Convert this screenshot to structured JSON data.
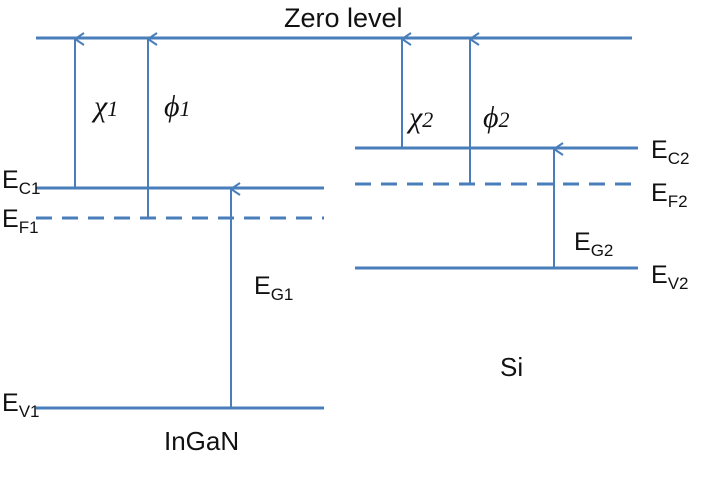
{
  "colors": {
    "line": "#4a7ebb",
    "text": "#111111"
  },
  "zero_level": "Zero level",
  "materials": {
    "left": "InGaN",
    "right": "Si"
  },
  "levels": {
    "ec1": {
      "main": "E",
      "sub": "C1"
    },
    "ef1": {
      "main": "E",
      "sub": "F1"
    },
    "ev1": {
      "main": "E",
      "sub": "V1"
    },
    "eg1": {
      "main": "E",
      "sub": "G1"
    },
    "ec2": {
      "main": "E",
      "sub": "C2"
    },
    "ef2": {
      "main": "E",
      "sub": "F2"
    },
    "ev2": {
      "main": "E",
      "sub": "V2"
    },
    "eg2": {
      "main": "E",
      "sub": "G2"
    }
  },
  "symbols": {
    "chi1": {
      "main": "χ",
      "sub": "1"
    },
    "phi1": {
      "main": "ϕ",
      "sub": "1"
    },
    "chi2": {
      "main": "χ",
      "sub": "2"
    },
    "phi2": {
      "main": "ϕ",
      "sub": "2"
    }
  }
}
